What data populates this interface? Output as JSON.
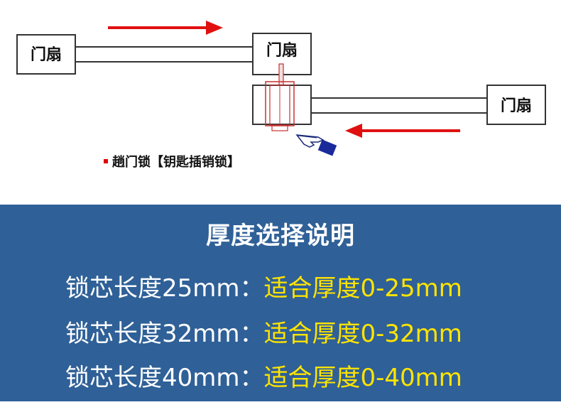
{
  "diagram": {
    "door_left_label": "门扇",
    "door_top_mid_label": "门扇",
    "door_right_label": "门扇",
    "caption": "趟门锁【钥匙插销锁】",
    "arrow_color": "#e01010",
    "lock_color": "#c83030",
    "hand_icon": "pointing-hand-icon"
  },
  "panel": {
    "title": "厚度选择说明",
    "background": "#2f6097",
    "value_color": "#ffe400",
    "rows": [
      {
        "label": "锁芯长度25mm：",
        "value": "适合厚度0-25mm"
      },
      {
        "label": "锁芯长度32mm：",
        "value": "适合厚度0-32mm"
      },
      {
        "label": "锁芯长度40mm：",
        "value": "适合厚度0-40mm"
      }
    ]
  }
}
